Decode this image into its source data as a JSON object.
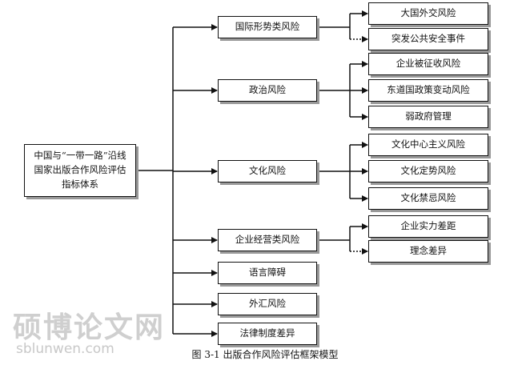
{
  "diagram": {
    "root": "中国与“一带一路”沿线国家出版合作风险评估指标体系",
    "level1": [
      {
        "label": "国际形势类风险",
        "children": [
          "大国外交风险",
          "突发公共安全事件"
        ]
      },
      {
        "label": "政治风险",
        "children": [
          "企业被征收风险",
          "东道国政策变动风险",
          "弱政府管理"
        ]
      },
      {
        "label": "文化风险",
        "children": [
          "文化中心主义风险",
          "文化定势风险",
          "文化禁忌风险"
        ]
      },
      {
        "label": "企业经营类风险",
        "children": [
          "企业实力差距",
          "理念差异"
        ]
      },
      {
        "label": "语言障碍",
        "children": []
      },
      {
        "label": "外汇风险",
        "children": []
      },
      {
        "label": "法律制度差异",
        "children": []
      }
    ],
    "caption": "图 3-1  出版合作风险评估框架模型"
  },
  "watermark": {
    "chinese": "硕博论文网",
    "url": "sblunwen.com"
  }
}
